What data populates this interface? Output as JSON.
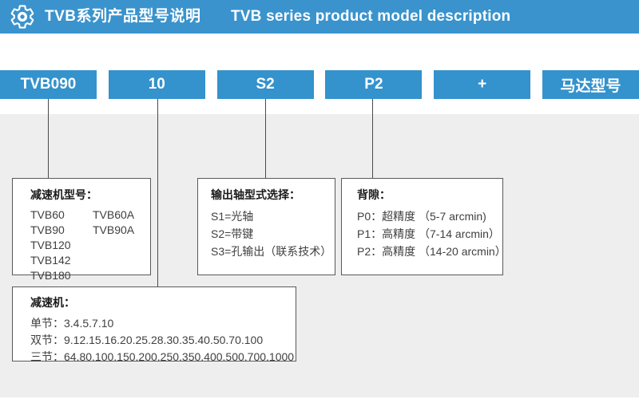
{
  "header": {
    "title_zh": "TVB系列产品型号说明",
    "title_en": "TVB series product model description",
    "bg_color": "#3a93cc",
    "icon": "gear-icon"
  },
  "model_code": {
    "button_color": "#3492cd",
    "segments": [
      {
        "label": "TVB090"
      },
      {
        "label": "10"
      },
      {
        "label": "S2"
      },
      {
        "label": "P2"
      },
      {
        "label": "+"
      },
      {
        "label": "马达型号"
      }
    ]
  },
  "boxes": {
    "gearbox_model": {
      "heading": "减速机型号：",
      "col1": [
        "TVB60",
        "TVB90",
        "TVB120",
        "TVB142",
        "TVB180"
      ],
      "col2": [
        "TVB60A",
        "TVB90A"
      ]
    },
    "output_shaft": {
      "heading": "输出轴型式选择：",
      "items": [
        "S1=光轴",
        "S2=带键",
        "S3=孔输出（联系技术）"
      ]
    },
    "backlash": {
      "heading": "背隙：",
      "items": [
        "P0：超精度 （5-7 arcmin)",
        "P1：高精度 （7-14 arcmin）",
        "P2：高精度 （14-20 arcmin）"
      ]
    },
    "ratio": {
      "heading": "减速机：",
      "items": [
        "单节：3.4.5.7.10",
        "双节：9.12.15.16.20.25.28.30.35.40.50.70.100",
        "三节：64.80.100.150.200.250.350.400.500.700.1000"
      ]
    }
  },
  "colors": {
    "canvas_bg": "#eeeeee",
    "box_border": "#58595b",
    "connector_line": "#4a4a4b",
    "text": "#404042"
  }
}
